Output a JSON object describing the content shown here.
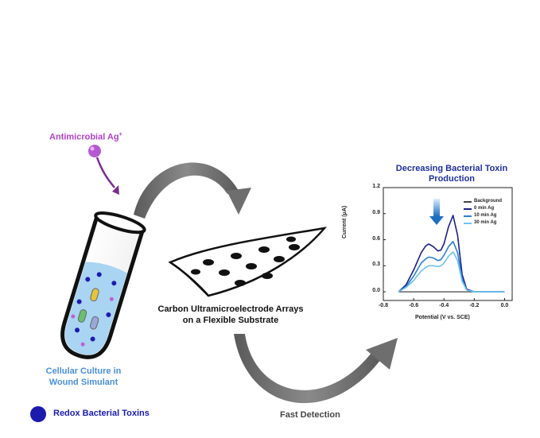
{
  "labels": {
    "antimicrobial": "Antimicrobial Ag",
    "antimicrobial_sup": "+",
    "culture_line1": "Cellular Culture in",
    "culture_line2": "Wound Simulant",
    "redox": "Redox Bacterial Toxins",
    "carbon_line1": "Carbon Ultramicroelectrode Arrays",
    "carbon_line2": "on a Flexible Substrate",
    "fast": "Fast Detection"
  },
  "colors": {
    "ag_ion": "#b040c8",
    "toxin": "#1b1bb0",
    "liquid": "#a9d4f2",
    "arrow": "#6e6e6e",
    "title": "#1f2f9c"
  },
  "chart_data": {
    "type": "line",
    "title": "Decreasing Bacterial Toxin Production",
    "xlabel": "Potential (V vs. SCE)",
    "ylabel": "Current (μA)",
    "xlim": [
      -0.8,
      0.05
    ],
    "ylim": [
      -0.1,
      1.2
    ],
    "xticks": [
      "-0.8",
      "-0.6",
      "-0.4",
      "-0.2",
      "0.0"
    ],
    "yticks": [
      "0.0",
      "0.3",
      "0.6",
      "0.9",
      "1.2"
    ],
    "legend_position": "top-right",
    "series": [
      {
        "name": "Background",
        "color": "#444444",
        "x": [
          -0.7,
          -0.6,
          -0.5,
          -0.4,
          -0.3,
          -0.2,
          -0.1,
          0.0
        ],
        "y": [
          0.0,
          0.0,
          0.0,
          0.0,
          0.0,
          0.0,
          0.0,
          0.0
        ]
      },
      {
        "name": "0 min Ag",
        "color": "#1c1f8f",
        "x": [
          -0.7,
          -0.65,
          -0.6,
          -0.55,
          -0.52,
          -0.5,
          -0.47,
          -0.44,
          -0.42,
          -0.4,
          -0.37,
          -0.34,
          -0.31,
          -0.28,
          -0.25,
          -0.2,
          -0.1,
          0.0
        ],
        "y": [
          0.0,
          0.08,
          0.25,
          0.45,
          0.53,
          0.55,
          0.52,
          0.47,
          0.48,
          0.55,
          0.75,
          0.88,
          0.65,
          0.2,
          0.03,
          0.0,
          0.0,
          0.0
        ]
      },
      {
        "name": "10 min Ag",
        "color": "#2a7fd0",
        "x": [
          -0.7,
          -0.65,
          -0.6,
          -0.55,
          -0.52,
          -0.5,
          -0.47,
          -0.44,
          -0.42,
          -0.4,
          -0.37,
          -0.34,
          -0.31,
          -0.28,
          -0.25,
          -0.2,
          -0.1,
          0.0
        ],
        "y": [
          0.0,
          0.06,
          0.18,
          0.33,
          0.38,
          0.4,
          0.39,
          0.36,
          0.37,
          0.42,
          0.52,
          0.58,
          0.45,
          0.15,
          0.02,
          0.0,
          0.0,
          0.0
        ]
      },
      {
        "name": "30 min Ag",
        "color": "#6ec3ee",
        "x": [
          -0.7,
          -0.65,
          -0.6,
          -0.55,
          -0.52,
          -0.5,
          -0.47,
          -0.44,
          -0.42,
          -0.4,
          -0.37,
          -0.34,
          -0.31,
          -0.28,
          -0.25,
          -0.2,
          -0.1,
          0.0
        ],
        "y": [
          0.0,
          0.05,
          0.13,
          0.24,
          0.28,
          0.3,
          0.3,
          0.29,
          0.3,
          0.33,
          0.41,
          0.46,
          0.36,
          0.12,
          0.02,
          0.0,
          0.0,
          0.0
        ]
      }
    ]
  }
}
